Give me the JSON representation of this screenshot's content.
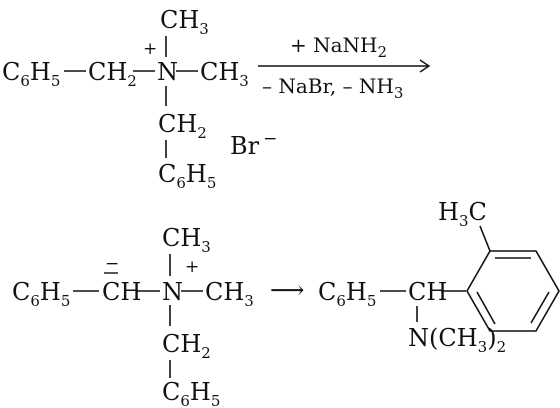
{
  "scheme": {
    "reactant": {
      "ring_left": "C",
      "ring_left_sub1": "6",
      "ring_left_mid": "H",
      "ring_left_sub2": "5",
      "ch2_left": "CH",
      "ch2_left_sub": "2",
      "n": "N",
      "plus": "+",
      "methyl_top": "CH",
      "methyl_top_sub": "3",
      "methyl_right": "CH",
      "methyl_right_sub": "3",
      "ch2_down": "CH",
      "ch2_down_sub": "2",
      "ring_down": "C",
      "ring_down_sub1": "6",
      "ring_down_mid": "H",
      "ring_down_sub2": "5",
      "counter_ion": "Br",
      "counter_charge": "−"
    },
    "arrow1": {
      "reagent_top": "+ NaNH",
      "reagent_top_sub": "2",
      "reagent_bottom": "– NaBr, – NH",
      "reagent_bottom_sub": "3"
    },
    "ylide": {
      "ring_left": "C",
      "ring_left_sub1": "6",
      "ring_left_mid": "H",
      "ring_left_sub2": "5",
      "carbanion": "CH",
      "minus": "−",
      "n": "N",
      "plus": "+",
      "methyl_top": "CH",
      "methyl_top_sub": "3",
      "methyl_right": "CH",
      "methyl_right_sub": "3",
      "ch2_down": "CH",
      "ch2_down_sub": "2",
      "ring_down": "C",
      "ring_down_sub1": "6",
      "ring_down_mid": "H",
      "ring_down_sub2": "5"
    },
    "arrow2": {
      "glyph": "⟶"
    },
    "product": {
      "ring_left": "C",
      "ring_left_sub1": "6",
      "ring_left_mid": "H",
      "ring_left_sub2": "5",
      "ch": "CH",
      "amine": "N(CH",
      "amine_sub1": "3",
      "amine_close": ")",
      "amine_sub2": "2",
      "methyl": "H",
      "methyl_sub": "3",
      "methyl_c": "C"
    }
  }
}
